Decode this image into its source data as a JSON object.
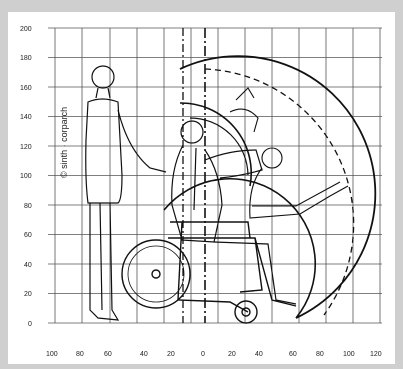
{
  "diagram": {
    "y_axis": {
      "ticks": [
        "200",
        "180",
        "160",
        "140",
        "120",
        "100",
        "80",
        "60",
        "40",
        "20",
        "0"
      ]
    },
    "x_axis": {
      "ticks": [
        "100",
        "80",
        "60",
        "40",
        "20",
        "0",
        "20",
        "40",
        "60",
        "80",
        "100",
        "120"
      ]
    },
    "copyright": "© sinth · corparch",
    "colors": {
      "background": "#cfcfcf",
      "panel": "#ffffff",
      "ink": "#111111",
      "grid": "#444444"
    }
  }
}
